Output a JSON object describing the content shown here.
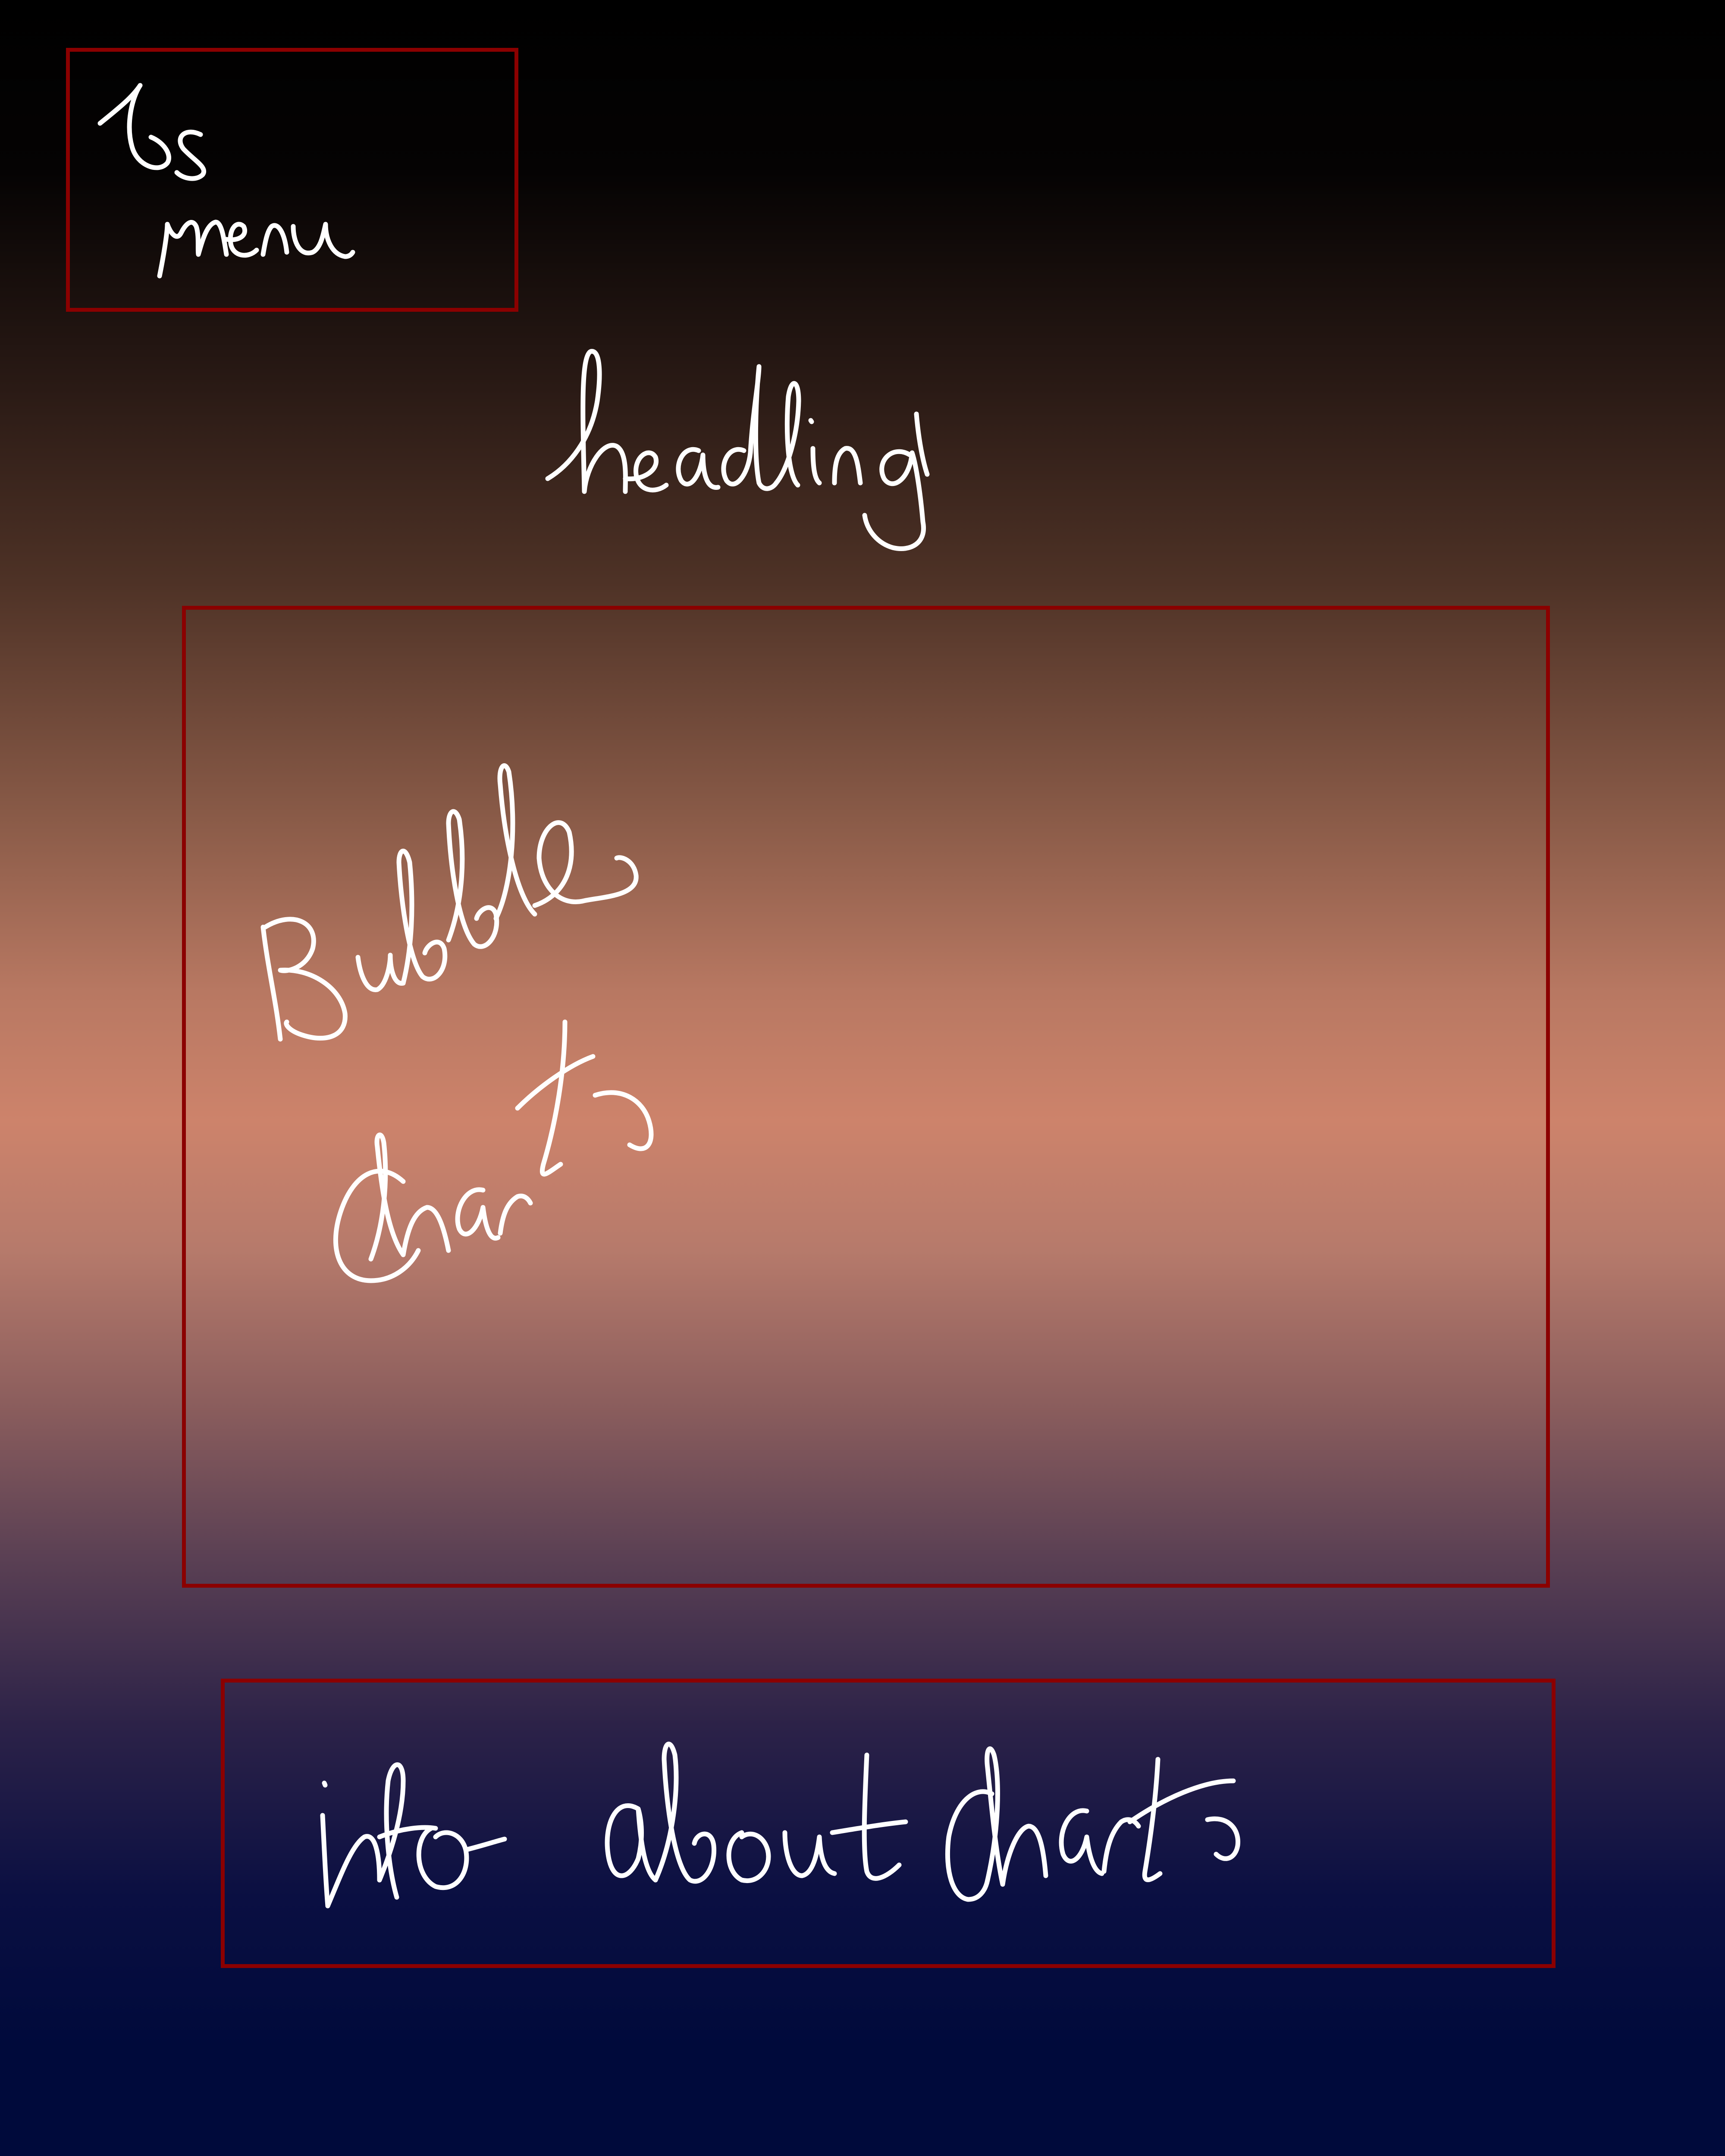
{
  "menu": {
    "logo": "Js",
    "label": "menu"
  },
  "heading": {
    "text": "heading"
  },
  "chart_area": {
    "line1": "Bubble",
    "line2": "Chart"
  },
  "info": {
    "text": "info about chart"
  },
  "colors": {
    "box_border": "#8b0000",
    "handwriting": "#ffffff",
    "gradient_top": "#000000",
    "gradient_mid": "#cd836b",
    "gradient_bottom": "#000a3b"
  }
}
